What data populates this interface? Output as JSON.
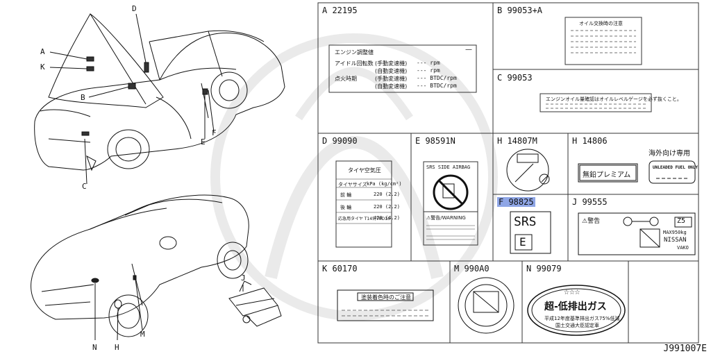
{
  "diagram_id": "J991007E",
  "callouts": [
    "A",
    "K",
    "B",
    "D",
    "C",
    "E",
    "F",
    "J",
    "N",
    "H",
    "M"
  ],
  "cells": {
    "A": {
      "code": "A 22195",
      "title": "エンジン調整値",
      "rows": [
        {
          "label": "アイドル回転数",
          "mode": "(手動変速機)",
          "value": "--- rpm"
        },
        {
          "label": "",
          "mode": "(自動変速機)",
          "value": "--- rpm"
        },
        {
          "label": "点火時期",
          "mode": "(手動変速機)",
          "value": "--- BTDC/rpm"
        },
        {
          "label": "",
          "mode": "(自動変速機)",
          "value": "--- BTDC/rpm"
        }
      ]
    },
    "B": {
      "code": "B 99053+A",
      "title": "オイル交換時の注意"
    },
    "C": {
      "code": "C 99053",
      "text": "エンジンオイル量確認はオイルレベルゲージを必ず抜くこと。"
    },
    "D": {
      "code": "D 99090",
      "title": "タイヤ空気圧",
      "size_label": "タイヤサイズ",
      "unit": "kPa (kg/cm²)",
      "front": "前 輪",
      "rear": "後 輪",
      "front_val": "220 (2.2)",
      "rear_val": "220 (2.2)",
      "spare": "応急用タイヤ T145/70D16",
      "spare_val": "420 (4.2)"
    },
    "E": {
      "code": "E 98591N",
      "title": "SRS SIDE AIRBAG",
      "warning": "⚠警告/WARNING"
    },
    "H1": {
      "code": "H 14807M"
    },
    "H2": {
      "code": "H 14806",
      "caption": "海外向け専用",
      "left_label": "無鉛プレミアム",
      "right_label": "UNLEADED FUEL ONLY"
    },
    "F": {
      "code": "F 98825",
      "srs": "SRS",
      "srs_e": "E"
    },
    "J": {
      "code": "J 99555",
      "warn": "⚠警告",
      "z5": "Z5",
      "max": "MAX950kg",
      "brand": "NISSAN",
      "maker": "VAKO"
    },
    "K": {
      "code": "K 60170",
      "title": "塗装着色時のご注意"
    },
    "M": {
      "code": "M 990A0"
    },
    "N": {
      "code": "N 99079",
      "stars": "☆☆☆",
      "main": "超-低排出ガス",
      "sub1": "平成12年度基準排出ガス75%低減",
      "sub2": "国土交通大臣認定車"
    }
  }
}
